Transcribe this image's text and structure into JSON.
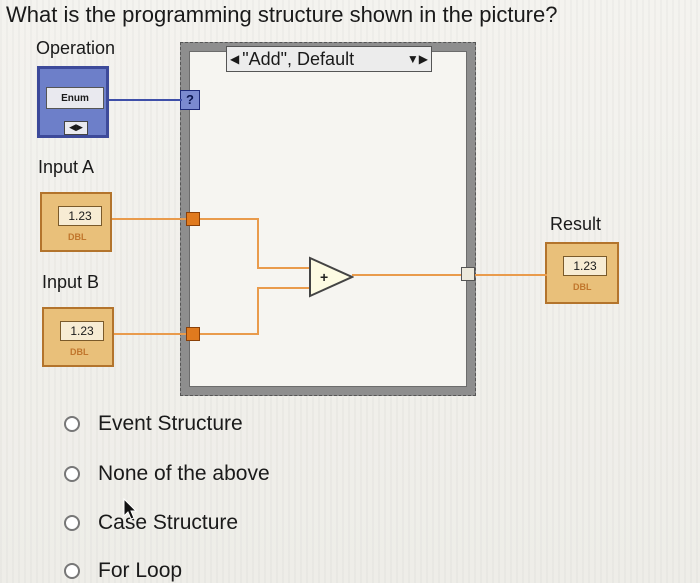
{
  "question": "What is the programming structure shown in the picture?",
  "diagram": {
    "operation_label": "Operation",
    "enum_text": "Enum",
    "input_a_label": "Input A",
    "input_b_label": "Input B",
    "result_label": "Result",
    "numeric_value": "1.23",
    "type_tag": "DBL",
    "selector_text": "\"Add\", Default",
    "selector_terminal": "?"
  },
  "options": [
    {
      "label": "Event Structure"
    },
    {
      "label": "None of the above"
    },
    {
      "label": "Case Structure"
    },
    {
      "label": "For Loop"
    }
  ],
  "colors": {
    "enum_blue": "#6d7fc9",
    "dbl_orange": "#e07a1e",
    "wire_orange": "#e99b4c"
  }
}
